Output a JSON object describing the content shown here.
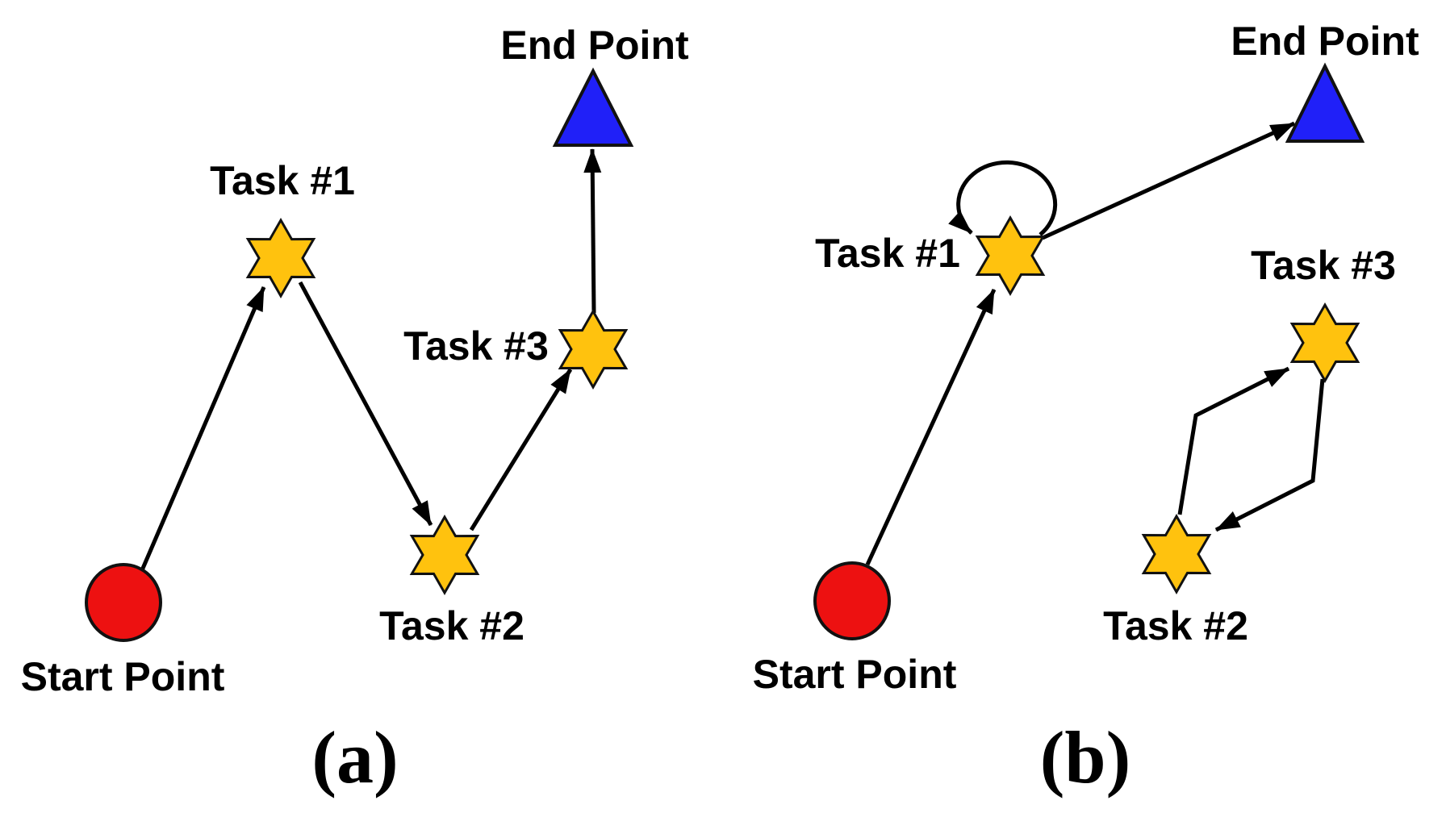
{
  "diagram": {
    "title_visible": false,
    "colors": {
      "start_fill": "#ED1111",
      "task_fill": "#FFC20E",
      "end_fill": "#2020F8",
      "edge": "#000000",
      "outline": "#111111"
    },
    "panels": [
      {
        "caption": "(a)",
        "start_label": "Start Point",
        "task1_label": "Task #1",
        "task2_label": "Task #2",
        "task3_label": "Task #3",
        "end_label": "End Point",
        "edges": [
          "Start Point -> Task #1",
          "Task #1 -> Task #2",
          "Task #2 -> Task #3",
          "Task #3 -> End Point"
        ]
      },
      {
        "caption": "(b)",
        "start_label": "Start Point",
        "task1_label": "Task #1",
        "task2_label": "Task #2",
        "task3_label": "Task #3",
        "end_label": "End Point",
        "edges": [
          "Start Point -> Task #1",
          "Task #1 -> Task #1 (self-loop)",
          "Task #1 -> End Point",
          "Task #2 -> Task #3",
          "Task #3 -> Task #2"
        ]
      }
    ],
    "legend": {
      "start_marker": "red circle",
      "task_marker": "gold six-pointed star",
      "end_marker": "blue triangle"
    }
  }
}
